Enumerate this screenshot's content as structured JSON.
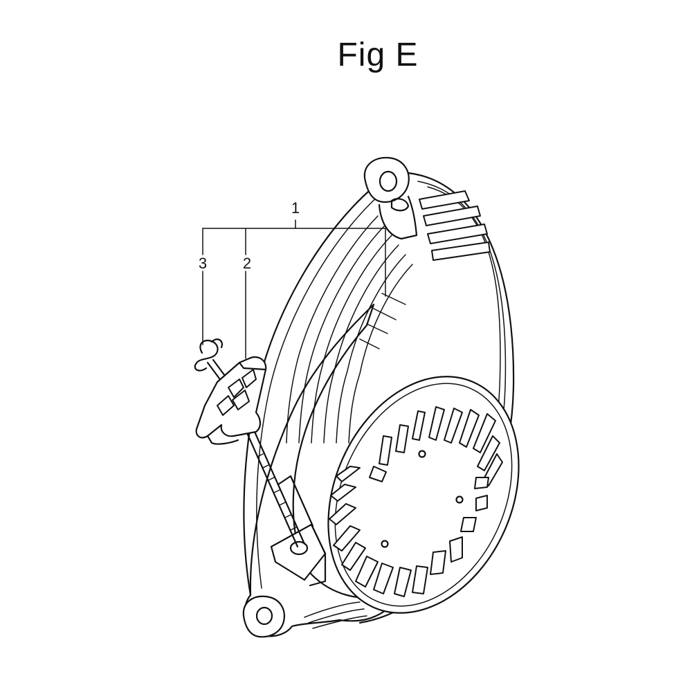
{
  "figure": {
    "title": "Fig E"
  },
  "callouts": {
    "assembly": "1",
    "handle": "2",
    "rope_knot": "3"
  },
  "colors": {
    "line": "#111111",
    "background": "#ffffff"
  }
}
